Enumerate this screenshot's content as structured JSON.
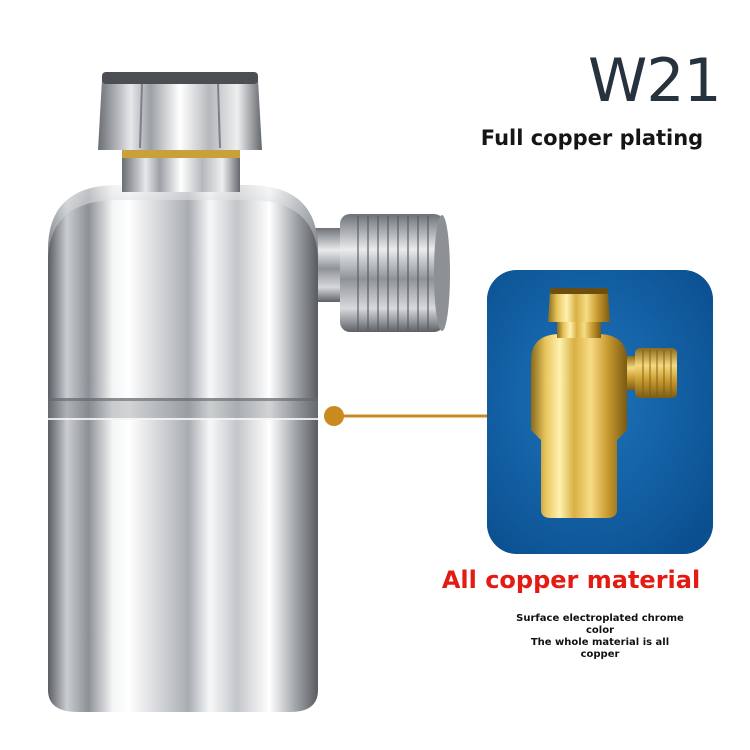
{
  "product": {
    "model_code": "W21",
    "plating_label": "Full copper plating",
    "material_label": "All copper material",
    "note_plating": "Surface electroplated chrome color",
    "note_material": "The whole material is all copper"
  },
  "colors": {
    "model_code": "#27323f",
    "material_label": "#e41b12",
    "inset_background": "#0d5ba1",
    "callout_line": "#c98a1f",
    "chrome": "#b9bcc0",
    "brass": "#e2bd4e"
  },
  "icons": [
    "chrome-filter-photo",
    "brass-filter-photo",
    "callout-dot"
  ]
}
